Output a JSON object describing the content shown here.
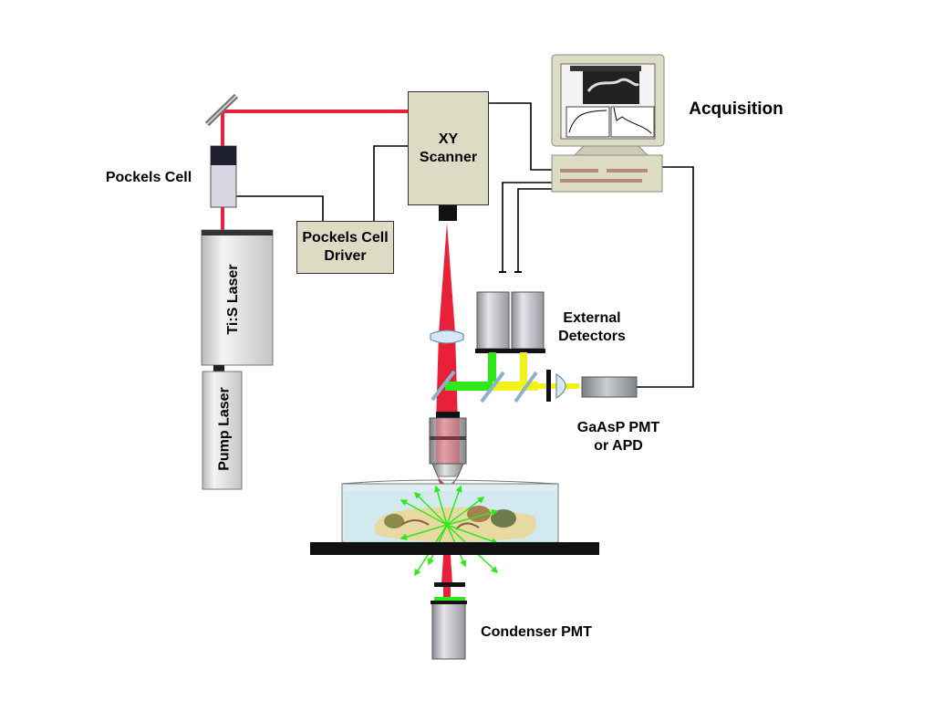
{
  "labels": {
    "pockels_cell": "Pockels Cell",
    "xy_scanner": "XY\nScanner",
    "pockels_cell_driver": "Pockels Cell\nDriver",
    "acquisition": "Acquisition",
    "ti_s_laser": "Ti:S Laser",
    "pump_laser": "Pump Laser",
    "external_detectors": "External\nDetectors",
    "gaasp_pmt": "GaAsP PMT\nor APD",
    "condenser_pmt": "Condenser PMT"
  },
  "colors": {
    "laser_beam": "#e8203a",
    "fluorescence_green": "#2ee81a",
    "fluorescence_yellow": "#f2f21a",
    "box_fill": "#dedbc4",
    "wire": "#000000"
  }
}
